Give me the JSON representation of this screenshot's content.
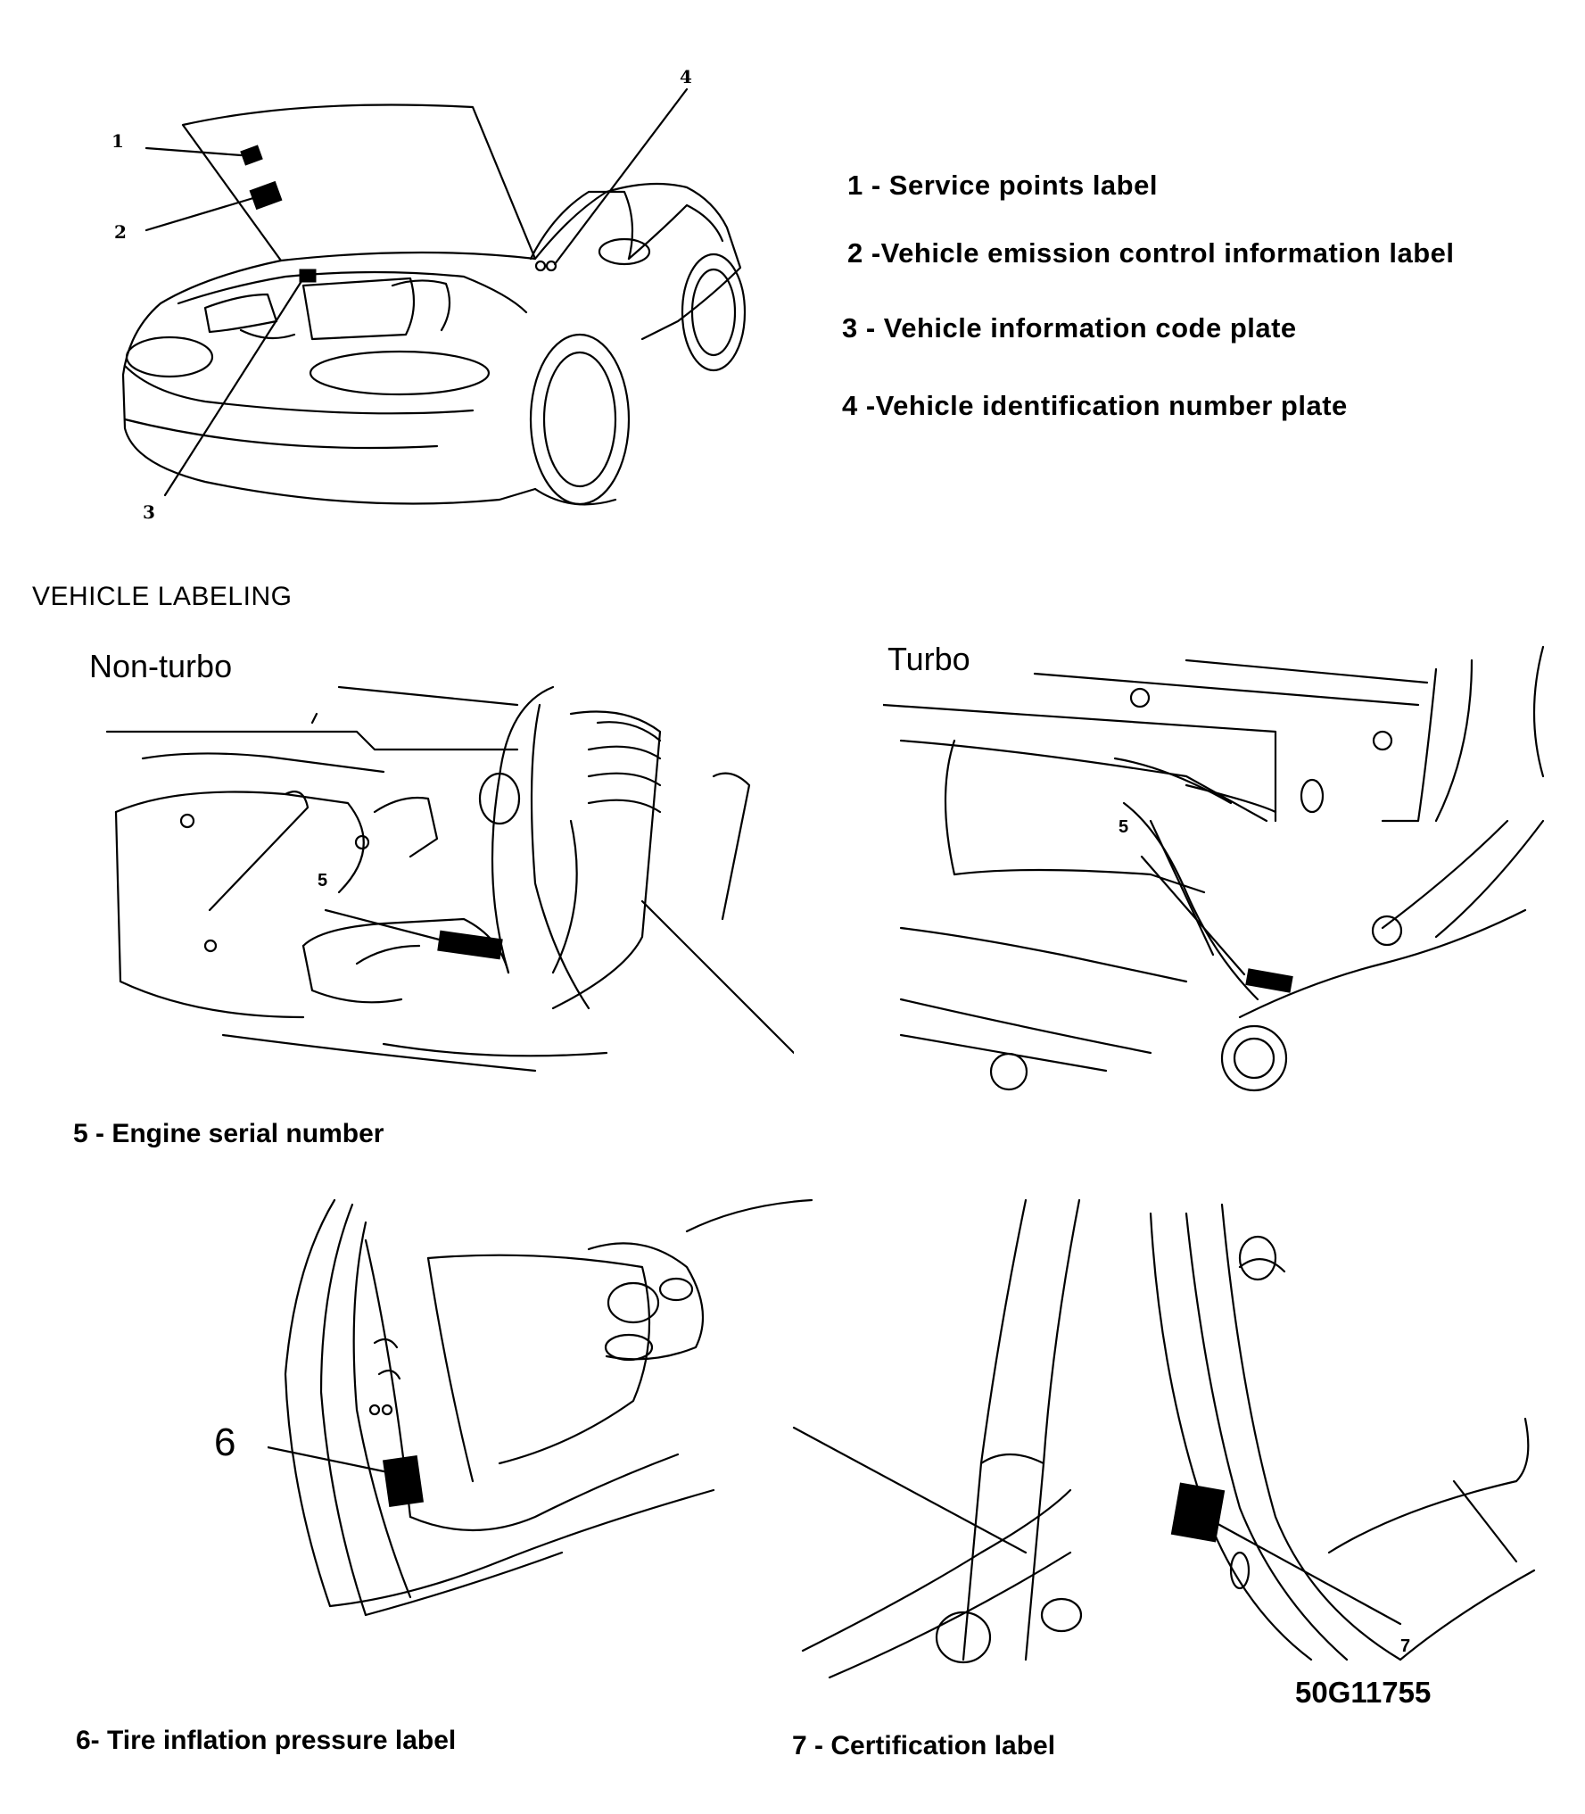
{
  "legend": [
    {
      "text": "1 - Service points label"
    },
    {
      "text": "2 -Vehicle emission control information label"
    },
    {
      "text": "3 - Vehicle information code plate"
    },
    {
      "text": "4 -Vehicle identification number plate"
    }
  ],
  "callouts": {
    "c1": "1",
    "c2": "2",
    "c3": "3",
    "c4": "4",
    "c5a": "5",
    "c5b": "5",
    "c6": "6",
    "c7": "7"
  },
  "heading": "VEHICLE LABELING",
  "panels": {
    "non_turbo": "Non-turbo",
    "turbo": "Turbo"
  },
  "captions": {
    "engine_serial": "5 - Engine serial number",
    "tire_label": "6- Tire inflation pressure label",
    "cert_label": "7 - Certification label"
  },
  "figure_code": "50G11755"
}
